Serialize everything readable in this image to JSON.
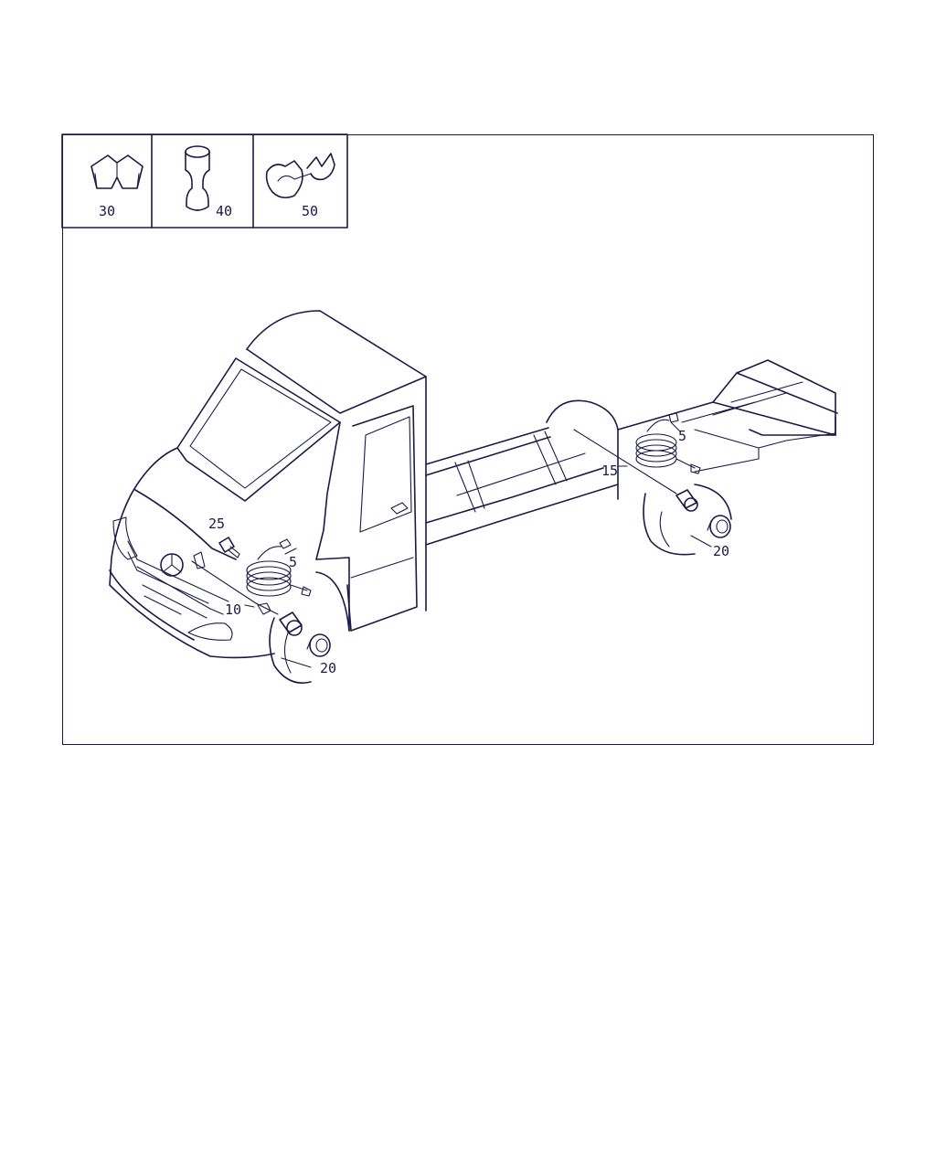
{
  "inset_labels": [
    "30",
    "40",
    "50"
  ],
  "callouts": {
    "front_sensor_5": "5",
    "rear_sensor_5": "5",
    "front_cable_10": "10",
    "rear_cable_15": "15",
    "front_ring_20": "20",
    "rear_ring_20": "20",
    "bolt_25": "25"
  },
  "colors": {
    "line": "#1a1a4a",
    "background": "#ffffff"
  }
}
